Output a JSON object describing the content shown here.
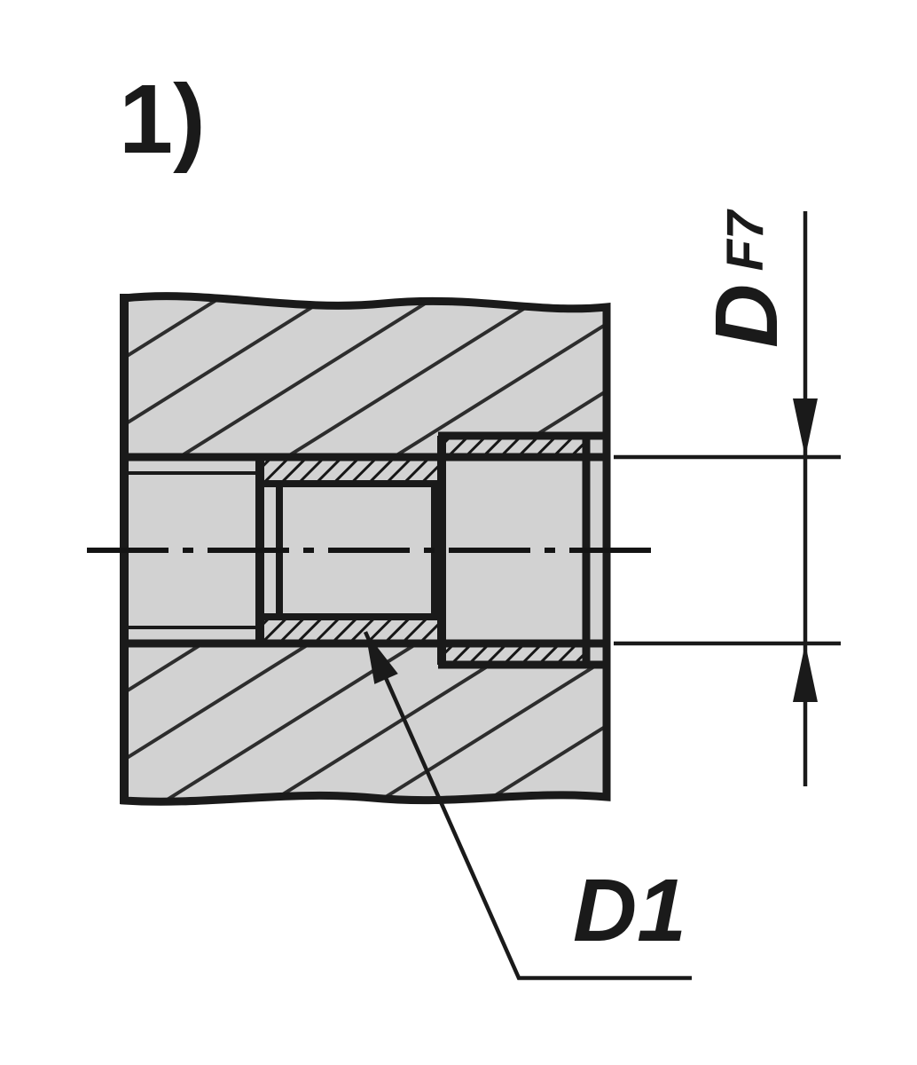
{
  "drawing": {
    "figure_number": "1)",
    "dimension": {
      "letter": "D",
      "tolerance": "F7"
    },
    "leader_label": "D1"
  },
  "colors": {
    "background": "#ffffff",
    "material_fill": "#d2d2d2",
    "outline": "#1a1a1a",
    "housing_hatch": "#2d2d2d",
    "bushing_hatch": "#161616"
  }
}
